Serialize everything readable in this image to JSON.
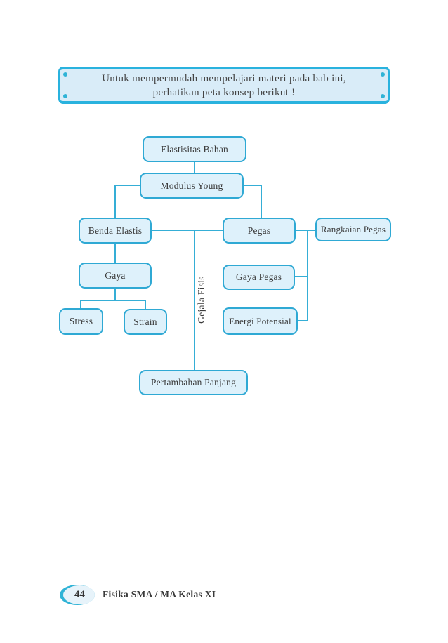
{
  "banner": {
    "line1": "Untuk mempermudah mempelajari materi pada bab ini,",
    "line2": "perhatikan peta konsep berikut !"
  },
  "concept_map": {
    "vertical_label": "Gejala Fisis",
    "nodes": {
      "elastisitas_bahan": "Elastisitas Bahan",
      "modulus_young": "Modulus Young",
      "benda_elastis": "Benda Elastis",
      "pegas": "Pegas",
      "rangkaian_pegas": "Rangkaian Pegas",
      "gaya": "Gaya",
      "gaya_pegas": "Gaya Pegas",
      "stress": "Stress",
      "strain": "Strain",
      "energi_potensial": "Energi Potensial",
      "pertambahan_panjang": "Pertambahan Panjang"
    }
  },
  "footer": {
    "page_number": "44",
    "book_title": "Fisika SMA / MA Kelas XI"
  },
  "colors": {
    "node_border": "#2fa9d4",
    "node_fill": "#def1fb",
    "connector": "#35aed6",
    "banner_border": "#29b2de",
    "banner_fill": "#d9ecf8",
    "badge_accent": "#2fb3d6",
    "text": "#3a3a3a"
  }
}
